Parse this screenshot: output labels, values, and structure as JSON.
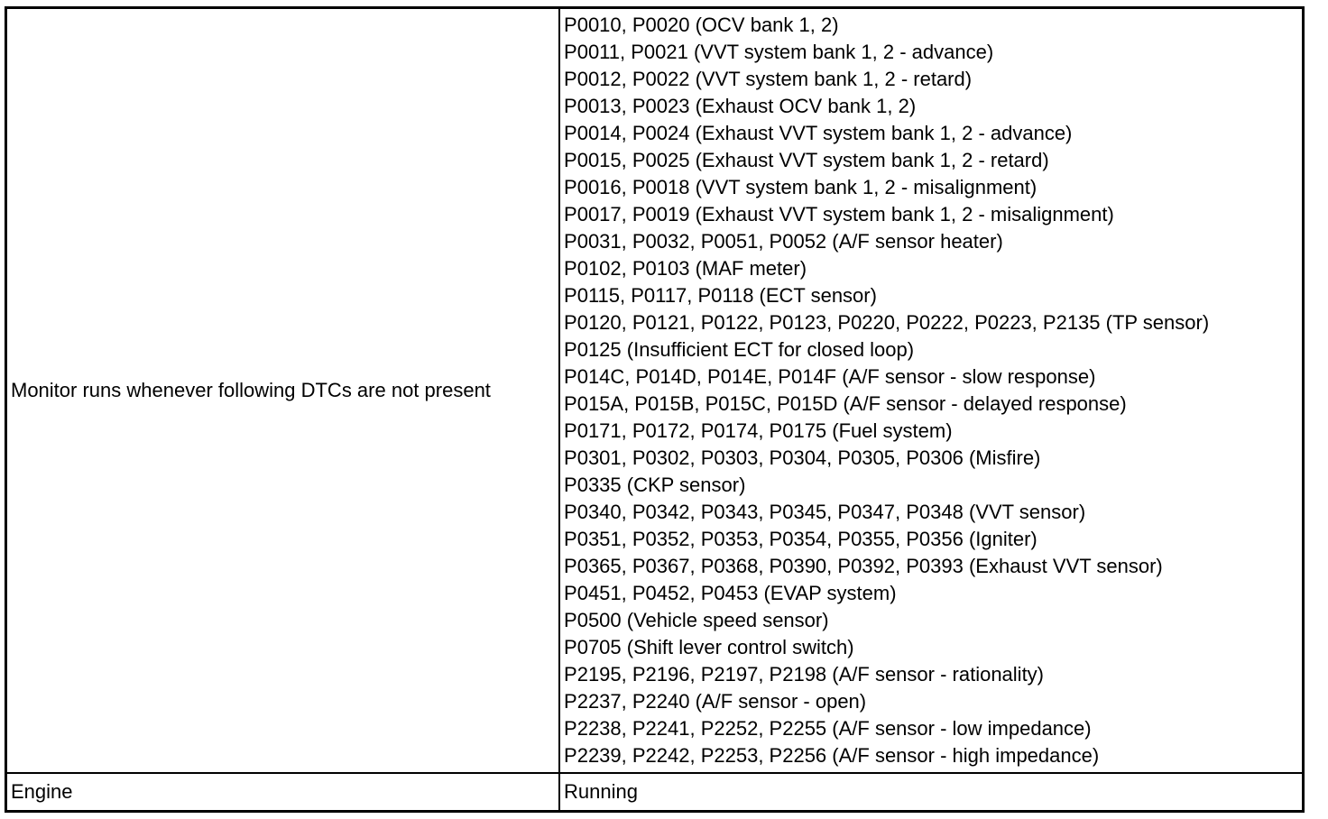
{
  "table": {
    "rows": [
      {
        "label": "Monitor runs whenever following DTCs are not present",
        "values": [
          "P0010, P0020 (OCV bank 1, 2)",
          "P0011, P0021 (VVT system bank 1, 2 - advance)",
          "P0012, P0022 (VVT system bank 1, 2 - retard)",
          "P0013, P0023 (Exhaust OCV bank 1, 2)",
          "P0014, P0024 (Exhaust VVT system bank 1, 2 - advance)",
          "P0015, P0025 (Exhaust VVT system bank 1, 2 - retard)",
          "P0016, P0018 (VVT system bank 1, 2 - misalignment)",
          "P0017, P0019 (Exhaust VVT system bank 1, 2 - misalignment)",
          "P0031, P0032, P0051, P0052 (A/F sensor heater)",
          "P0102, P0103 (MAF meter)",
          "P0115, P0117, P0118 (ECT sensor)",
          "P0120, P0121, P0122, P0123, P0220, P0222, P0223, P2135 (TP sensor)",
          "P0125 (Insufficient ECT for closed loop)",
          "P014C, P014D, P014E, P014F (A/F sensor - slow response)",
          "P015A, P015B, P015C, P015D (A/F sensor - delayed response)",
          "P0171, P0172, P0174, P0175 (Fuel system)",
          "P0301, P0302, P0303, P0304, P0305, P0306 (Misfire)",
          "P0335 (CKP sensor)",
          "P0340, P0342, P0343, P0345, P0347, P0348 (VVT sensor)",
          "P0351, P0352, P0353, P0354, P0355, P0356 (Igniter)",
          "P0365, P0367, P0368, P0390, P0392, P0393 (Exhaust VVT sensor)",
          "P0451, P0452, P0453 (EVAP system)",
          "P0500 (Vehicle speed sensor)",
          "P0705 (Shift lever control switch)",
          "P2195, P2196, P2197, P2198 (A/F sensor - rationality)",
          "P2237, P2240 (A/F sensor - open)",
          "P2238, P2241, P2252, P2255 (A/F sensor - low impedance)",
          "P2239, P2242, P2253, P2256 (A/F sensor - high impedance)"
        ]
      },
      {
        "label": "Engine",
        "value": "Running"
      }
    ]
  }
}
